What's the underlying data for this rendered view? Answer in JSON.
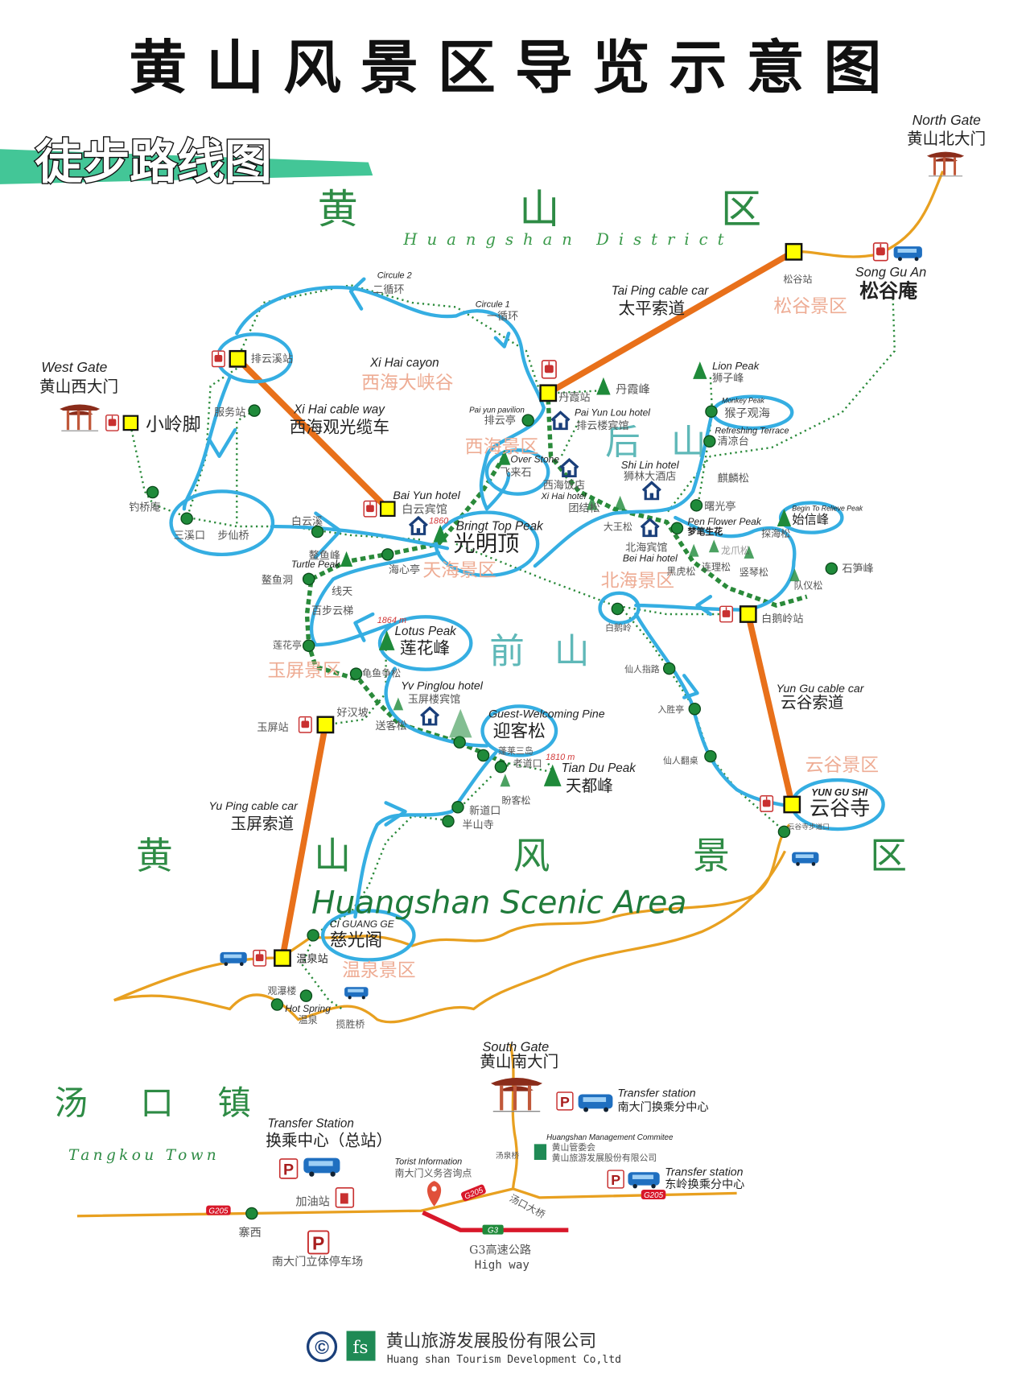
{
  "title": "黄山风景区导览示意图",
  "banner": "徒步路线图",
  "district_north": {
    "chars": [
      "黄",
      "山",
      "区"
    ],
    "en": "Huangshan District"
  },
  "houshan": [
    "后",
    "山"
  ],
  "qianshan": [
    "前",
    "山"
  ],
  "scenic_area": {
    "chars": [
      "黄",
      "山",
      "风",
      "景",
      "区"
    ],
    "en": "Huangshan Scenic Area"
  },
  "tangkou": {
    "chars": [
      "汤",
      "口",
      "镇"
    ],
    "en": "Tangkou Town"
  },
  "zones": {
    "xihai_canyon": "西海大峡谷",
    "xihai": "西海景区",
    "tianhai": "天海景区",
    "beihai": "北海景区",
    "songgu": "松谷景区",
    "yuping": "玉屏景区",
    "yungu": "云谷景区",
    "wenquan": "温泉景区"
  },
  "gates": {
    "north_en": "North Gate",
    "north_cn": "黄山北大门",
    "west_en": "West Gate",
    "west_cn": "黄山西大门",
    "south_en": "South Gate",
    "south_cn": "黄山南大门"
  },
  "cableways": {
    "taiping_en": "Tai Ping cable car",
    "taiping_cn": "太平索道",
    "xihai_en": "Xi Hai cable way",
    "xihai_cn": "西海观光缆车",
    "yungu_en": "Yun Gu cable car",
    "yungu_cn": "云谷索道",
    "yuping_en": "Yu Ping cable car",
    "yuping_cn": "玉屏索道"
  },
  "labels": {
    "circle2_en": "Circule 2",
    "circle2_cn": "二循环",
    "circle1_en": "Circule 1",
    "circle1_cn": "一循环",
    "xihai_canyon_en": "Xi Hai cayon",
    "songgu_an_en": "Song Gu An",
    "songgu_an_cn": "松谷庵",
    "songgu_station": "松谷站",
    "xiaolingjiao": "小岭脚",
    "paiyunxi_station": "排云溪站",
    "service_station": "服务站",
    "diaoqiaoan": "钓桥庵",
    "sanxikou": "三溪口",
    "buxianqiao": "步仙桥",
    "baiyunxi": "白云溪",
    "baiyun_hotel_en": "Bai Yun hotel",
    "baiyun_hotel_cn": "白云宾馆",
    "alt_1860": "1860",
    "bright_top_en": "Bringt Top Peak",
    "bright_top_cn": "光明顶",
    "haixinting": "海心亭",
    "aoyufeng": "鳌鱼峰",
    "turtle_peak_en": "Turtle Peak",
    "aoyudong": "鳌鱼洞",
    "yixiantian": "线天",
    "baibuyunti": "百步云梯",
    "over_stone_en": "Over Stone",
    "feilaishi": "飞来石",
    "xihai_hotel_cn": "西海饭店",
    "xihai_hotel_en": "Xi Hai hotel",
    "tuanjiesong": "团结松",
    "paiyun_pavilion_en": "Pai yun pavilion",
    "paiyunting": "排云亭",
    "danxia_station": "丹霞站",
    "danxiafeng": "丹霞峰",
    "paiyunlou_en": "Pai Yun Lou hotel",
    "paiyunlou_cn": "排云楼宾馆",
    "lion_peak_en": "Lion Peak",
    "lion_peak_cn": "狮子峰",
    "monkey_peak_en": "Monkey Peak",
    "monkey_peak_cn": "猴子观海",
    "refreshing_en": "Refreshing Terrace",
    "refreshing_cn": "清凉台",
    "shilin_en": "Shi Lin hotel",
    "shilin_cn": "狮林大酒店",
    "qilinsong": "麒麟松",
    "shuguangting": "曙光亭",
    "pen_flower_en": "Pen Flower Peak",
    "pen_flower_cn": "梦笔生花",
    "shixin_en": "Begin To Relieve Peak",
    "shixin_cn": "始信峰",
    "tanhaisong": "探海松",
    "dawangsong": "大王松",
    "beihai_hotel_cn": "北海宾馆",
    "beihai_hotel_en": "Bei Hai hotel",
    "heihusong": "黑虎松",
    "lianlisong": "连理松",
    "longzhuasong": "龙爪松",
    "shuqinsong": "竖琴松",
    "shisunfeng": "石笋峰",
    "yisong": "队仪松",
    "baieling_station": "白鹅岭站",
    "baieling": "白鹅岭",
    "alt_1864": "1864 m",
    "lotus_en": "Lotus Peak",
    "lotus_cn": "莲花峰",
    "lianhuating": "莲花亭",
    "guiyuzhengsong": "龟鱼争松",
    "yuping_hotel_en": "Yv Pinglou hotel",
    "yuping_hotel_cn": "玉屏楼宾馆",
    "haohanpo": "好汉坡",
    "songkesong": "送客松",
    "yuping_station": "玉屏站",
    "guest_pine_en": "Guest-Welcoming Pine",
    "guest_pine_cn": "迎客松",
    "penglai": "蓬莱三岛",
    "alt_1810": "1810 m",
    "laodaokou": "老道口",
    "tiandu_en": "Tian Du Peak",
    "tiandu_cn": "天都峰",
    "pankesong": "盼客松",
    "xindaokou": "新道口",
    "banshansi": "半山寺",
    "xianrenzhilu": "仙人指路",
    "rushengting": "入胜亭",
    "xianrenfanzhuo": "仙人翻桌",
    "yungusi_en": "YUN GU SHI",
    "yungusi_cn": "云谷寺",
    "yungusi_trail": "云谷寺步道口",
    "ciguangge_en": "CI GUANG GE",
    "ciguangge_cn": "慈光阁",
    "wenquan_station": "温泉站",
    "guanpulou": "观瀑楼",
    "hot_spring_en": "Hot Spring",
    "hot_spring_cn": "温泉",
    "lanshengqiao": "揽胜桥",
    "transfer_south_en": "Transfer station",
    "transfer_south_cn": "南大门换乘分中心",
    "transfer_main_en": "Transfer Station",
    "transfer_main_cn": "换乘中心（总站）",
    "mgmt_en": "Huangshan Management Commitee",
    "mgmt_cn": "黄山管委会",
    "mgmt_company": "黄山旅游发展股份有限公司",
    "tangquanqiao": "汤泉桥",
    "tourist_info_en": "Torist Information",
    "tourist_info_cn": "南大门义务咨询点",
    "transfer_east_en": "Transfer station",
    "transfer_east_cn": "东岭换乘分中心",
    "gas_station": "加油站",
    "zhaixi": "寨西",
    "parking_south": "南大门立体停车场",
    "tangkou_bridge": "汤口大桥",
    "g205": "G205",
    "g3": "G3",
    "g3_cn": "G3高速公路",
    "g3_en": "High way"
  },
  "footer": {
    "copyright": "©",
    "logo": "fs",
    "company_cn": "黄山旅游发展股份有限公司",
    "company_en": "Huang shan Tourism Development Co,ltd"
  },
  "colors": {
    "route_blue": "#35aee2",
    "cable_orange": "#e8701a",
    "trail_green": "#2a8a3a",
    "station_yellow": "#ffff00",
    "road_orange": "#e8a020",
    "highway_red": "#d8182a"
  }
}
